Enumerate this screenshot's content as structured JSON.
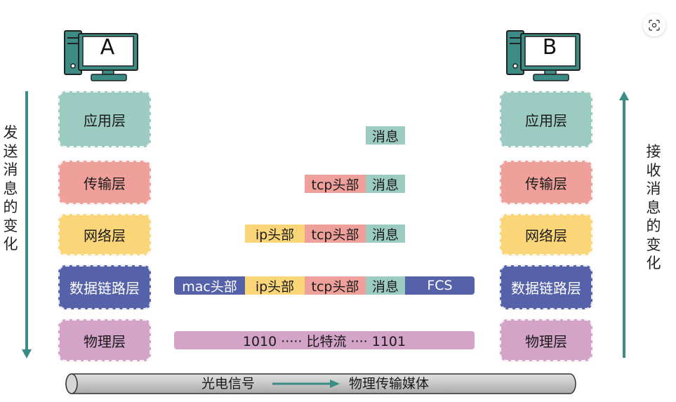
{
  "hosts": {
    "left": "A",
    "right": "B"
  },
  "layers": [
    "应用层",
    "传输层",
    "网络层",
    "数据链路层",
    "物理层"
  ],
  "side_labels": {
    "left": "发送消息的变化",
    "right": "接收消息的变化"
  },
  "packets": {
    "app": {
      "msg": "消息"
    },
    "tran": {
      "tcp": "tcp头部",
      "msg": "消息"
    },
    "net": {
      "ip": "ip头部",
      "tcp": "tcp头部",
      "msg": "消息"
    },
    "link": {
      "mac": "mac头部",
      "ip": "ip头部",
      "tcp": "tcp头部",
      "msg": "消息",
      "fcs": "FCS"
    },
    "phys": {
      "bits": "1010  ····· 比特流 ···· 1101"
    }
  },
  "medium": {
    "signal": "光电信号",
    "media": "物理传输媒体"
  },
  "icons": [
    "computer-icon",
    "scan-icon",
    "arrow-down-icon",
    "arrow-up-icon",
    "arrow-right-icon"
  ],
  "colors": {
    "app": "#9ccbc1",
    "transport": "#f0a09b",
    "network": "#fbd678",
    "datalink": "#5561a8",
    "physical": "#d3a3c8",
    "arrow": "#3b8c84"
  }
}
